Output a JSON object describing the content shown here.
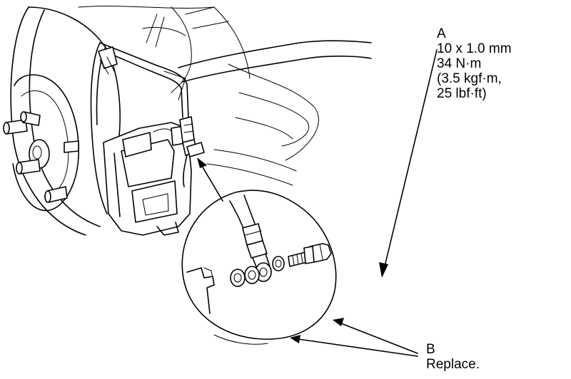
{
  "callout_a": {
    "letter": "A",
    "size": "10 x 1.0 mm",
    "torque_nm": "34 N·m",
    "torque_kgf": "(3.5 kgf·m,",
    "torque_lbf": "25 lbf·ft)"
  },
  "callout_b": {
    "letter": "B",
    "note": "Replace."
  },
  "colors": {
    "line": "#000000",
    "background": "#ffffff"
  }
}
